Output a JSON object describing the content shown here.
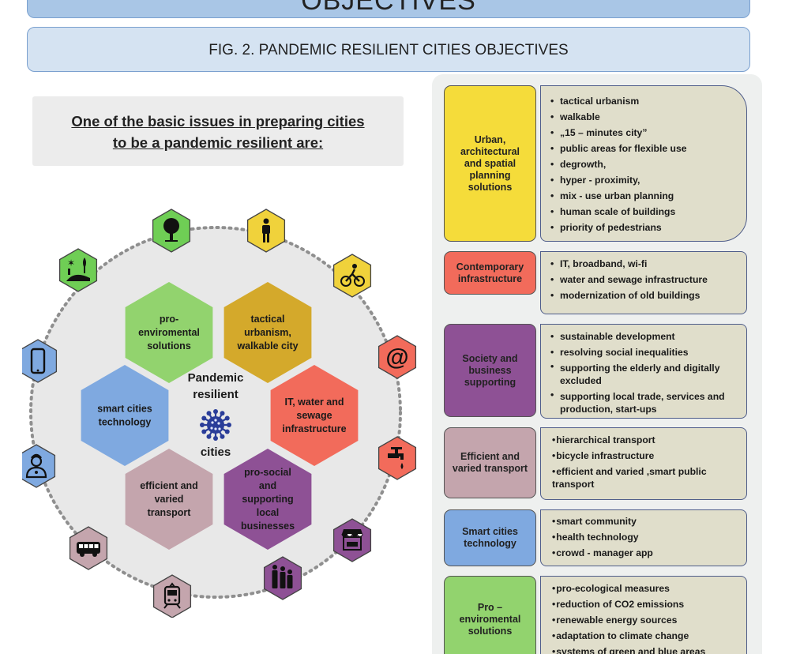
{
  "header": {
    "title": "OBJECTIVES",
    "figure_title": "FIG. 2. PANDEMIC RESILIENT CITIES OBJECTIVES"
  },
  "intro": {
    "line1": "One of the basic issues in preparing cities",
    "line2": "to be a pandemic resilient are:"
  },
  "diagram": {
    "center": {
      "line1": "Pandemic",
      "line2": "resilient",
      "line3": "cities"
    },
    "hexagons": [
      {
        "id": "pro-enviro",
        "lines": [
          "pro-",
          "enviromental",
          "solutions"
        ],
        "color": "#92d36e"
      },
      {
        "id": "tactical",
        "lines": [
          "tactical",
          "urbanism,",
          "walkable city"
        ],
        "color": "#d4a92b"
      },
      {
        "id": "it-water",
        "lines": [
          "IT, water and",
          "sewage",
          "infrastructure"
        ],
        "color": "#f26b5b"
      },
      {
        "id": "pro-social",
        "lines": [
          "pro-social",
          "and",
          "supporting",
          "local",
          "businesses"
        ],
        "color": "#8e5195"
      },
      {
        "id": "transport",
        "lines": [
          "efficient and",
          "varied",
          "transport"
        ],
        "color": "#c4a5ad"
      },
      {
        "id": "smart",
        "lines": [
          "smart cities",
          "technology"
        ],
        "color": "#7fa9e0"
      }
    ],
    "icons": [
      {
        "name": "tree-icon",
        "color": "#6fce55"
      },
      {
        "name": "pedestrian-icon",
        "color": "#f0d23b"
      },
      {
        "name": "cyclist-icon",
        "color": "#f0d23b"
      },
      {
        "name": "at-sign-icon",
        "color": "#f26b5b"
      },
      {
        "name": "water-tap-icon",
        "color": "#f26b5b"
      },
      {
        "name": "market-stall-icon",
        "color": "#8e5195"
      },
      {
        "name": "family-icon",
        "color": "#8e5195"
      },
      {
        "name": "tram-icon",
        "color": "#c4a5ad"
      },
      {
        "name": "bus-icon",
        "color": "#c4a5ad"
      },
      {
        "name": "doctor-icon",
        "color": "#7fa9e0"
      },
      {
        "name": "smartphone-icon",
        "color": "#7fa9e0"
      },
      {
        "name": "landscape-icon",
        "color": "#6fce55"
      }
    ]
  },
  "categories": [
    {
      "title_lines": [
        "Urban,",
        "architectural",
        "and spatial",
        "planning",
        "solutions"
      ],
      "color": "#f5dc3a",
      "items": [
        "tactical urbanism",
        "walkable",
        "„15 – minutes city”",
        "public areas for flexible use",
        "degrowth,",
        "hyper - proximity,",
        "mix - use urban planning",
        "human scale of buildings",
        "priority of pedestrians"
      ]
    },
    {
      "title_lines": [
        "Contemporary",
        "infrastructure"
      ],
      "color": "#f26b5b",
      "items": [
        "IT, broadband, wi-fi",
        "water and sewage infrastructure",
        "modernization of old buildings"
      ]
    },
    {
      "title_lines": [
        "Society and",
        "business",
        "supporting"
      ],
      "color": "#8e5195",
      "items": [
        "sustainable development",
        "resolving social inequalities",
        "supporting the elderly and digitally excluded",
        "supporting local trade, services and production, start-ups"
      ]
    },
    {
      "title_lines": [
        "Efficient and",
        "varied transport"
      ],
      "color": "#c4a5ad",
      "items": [
        "hierarchical transport",
        "bicycle infrastructure",
        "efficient and varied ,smart public transport"
      ]
    },
    {
      "title_lines": [
        "Smart cities",
        "technology"
      ],
      "color": "#7fa9e0",
      "items": [
        "smart community",
        "health technology",
        "crowd - manager app"
      ]
    },
    {
      "title_lines": [
        "Pro –",
        "enviromental",
        "solutions"
      ],
      "color": "#92d36e",
      "items": [
        "pro-ecological measures",
        "reduction of CO2 emissions",
        "renewable energy sources",
        "adaptation to climate change",
        "systems of green and blue areas"
      ]
    }
  ]
}
